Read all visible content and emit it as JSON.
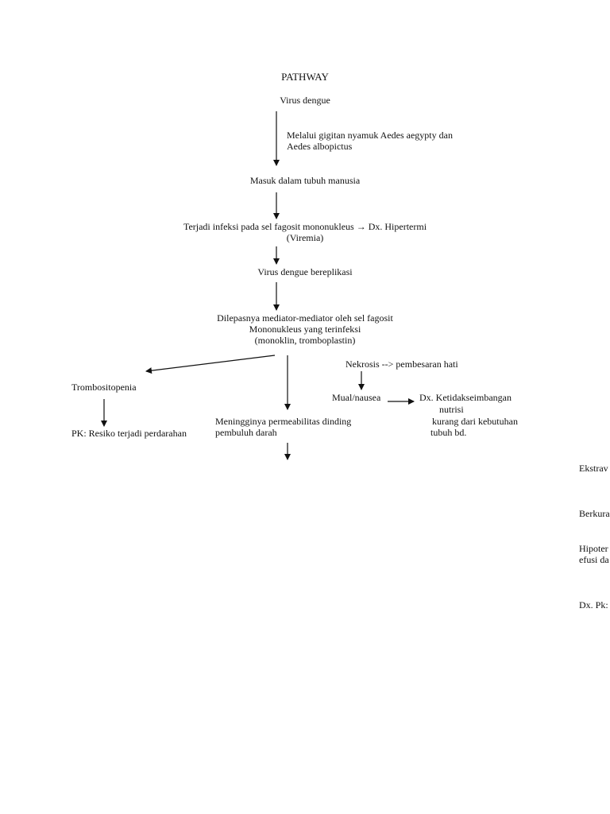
{
  "title": "PATHWAY",
  "nodes": {
    "virus": "Virus dengue",
    "route_1": "Melalui gigitan nyamuk Aedes aegypty dan",
    "route_2": "Aedes albopictus",
    "masuk": "Masuk dalam tubuh manusia",
    "infeksi_1": "Terjadi infeksi pada sel fagosit mononukleus → Dx. Hipertermi",
    "infeksi_2": "(Viremia)",
    "replikasi": "Virus dengue bereplikasi",
    "mediator_1": "Dilepasnya mediator-mediator oleh sel fagosit",
    "mediator_2": "Mononukleus yang terinfeksi",
    "mediator_3": "(monoklin, tromboplastin)",
    "nekrosis": "Nekrosis --> pembesaran hati",
    "trombositopenia": "Trombositopenia",
    "mual": "Mual/nausea",
    "dx_nutrisi_1": "Dx. Ketidakseimbangan",
    "dx_nutrisi_2": "nutrisi",
    "dx_nutrisi_3": "kurang dari kebutuhan",
    "dx_nutrisi_4": "tubuh bd.",
    "permeabilitas_1": "Meningginya permeabilitas dinding",
    "permeabilitas_2": "pembuluh darah",
    "pk_perdarahan": "PK: Resiko terjadi perdarahan",
    "right_1": "Ekstrav",
    "right_2": "Berkura",
    "right_3a": "Hipoter",
    "right_3b": "efusi da",
    "right_4": "Dx. Pk:"
  },
  "colors": {
    "ink": "#111111",
    "background": "#ffffff"
  }
}
